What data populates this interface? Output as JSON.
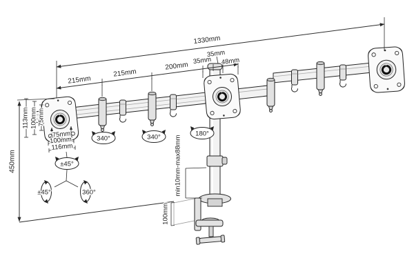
{
  "drawing": {
    "dims": {
      "total": "1330mm",
      "span1": "215mm",
      "span2": "215mm",
      "span3": "200mm",
      "off1": "35mm",
      "off2": "35mm",
      "off3": "48mm",
      "height": "450mm",
      "side_outer": "113mm",
      "side_mid": "100mm",
      "side_inner": "75mm",
      "bottom_inner": "75mm",
      "bottom_mid": "100mm",
      "bottom_outer": "116mm",
      "clamp_range": "min10mm-max88mm",
      "clamp_depth": "100mm"
    },
    "rot": {
      "arm1": "340°",
      "arm2": "340°",
      "pole": "180°",
      "tilt_top": "±45°",
      "tilt_side": "±45°",
      "swivel": "360°"
    }
  }
}
